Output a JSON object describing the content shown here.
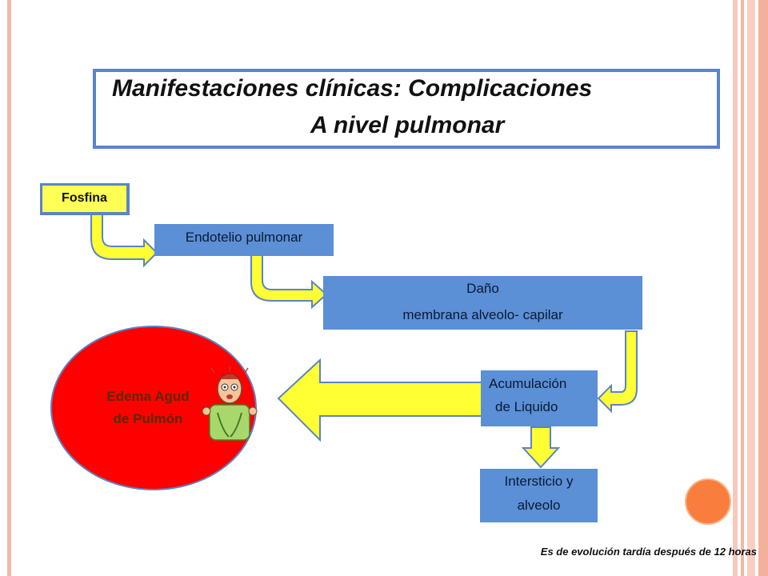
{
  "title": {
    "line1": "Manifestaciones clínicas:   Complicaciones",
    "line2": "A nivel pulmonar"
  },
  "nodes": {
    "fosfina": "Fosfina",
    "endotelio": "Endotelio pulmonar",
    "dano_line1": "Daño",
    "dano_line2": "membrana alveolo- capilar",
    "acumulacion_line1": "Acumulación",
    "acumulacion_line2": "de Liquido",
    "intersticio_line1": "Intersticio y",
    "intersticio_line2": "alveolo",
    "edema_line1": "Edema Agud",
    "edema_line2": "de Pulmón"
  },
  "footnote": "Es  de  evolución tardía después de 12 horas",
  "colors": {
    "box_blue": "#5b8fd6",
    "arrow_yellow": "#ffff33",
    "edema_red": "#ff0000",
    "accent_orange": "#f97e3e"
  }
}
